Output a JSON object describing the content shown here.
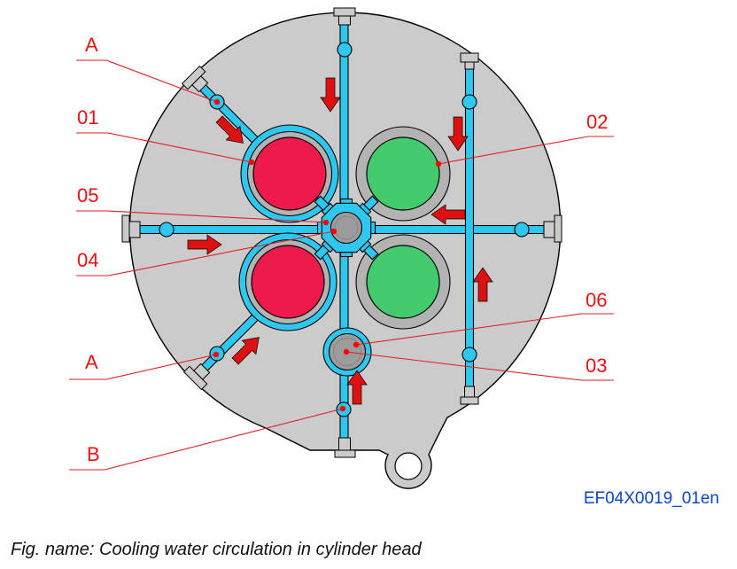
{
  "figure": {
    "caption": "Fig. name: Cooling water circulation in cylinder head",
    "code": "EF04X0019_01en"
  },
  "labels": {
    "inlet_upper": "A",
    "cylinder_top_left": "01",
    "cylinder_top_right": "02",
    "small_bore_core": "03",
    "center_bore_core": "04",
    "center_bore_ring": "05",
    "small_bore_ring": "06",
    "inlet_lower": "A",
    "drain_bottom": "B"
  },
  "colors": {
    "body": "#cbcbcb",
    "ringGray": "#b3b3b3",
    "coreGray": "#9c9c9c",
    "coreLine": "#858585",
    "water": "#2ec7f0",
    "cylRed": "#ee1a4b",
    "cylGreen": "#43cb6d",
    "arrowRed": "#dd1111",
    "labelRed": "#ee1111",
    "leaderRed": "#e02020",
    "dotRed": "#ff0000",
    "codeBlue": "#0b45cf",
    "captionInk": "#101018",
    "outline": "#000000"
  }
}
